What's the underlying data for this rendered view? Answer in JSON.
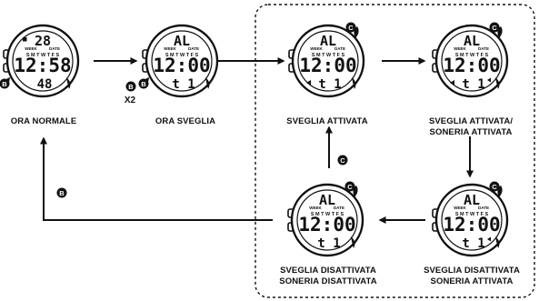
{
  "watches": [
    {
      "id": "ora-normale",
      "top_text": "28",
      "main_time": "12:58",
      "bottom_text": "48",
      "days": "S M T W T F S",
      "week_label": "WEEK",
      "date_label": "DATE",
      "alarm_icon": false,
      "sound_icon": false,
      "highlight_button": "B",
      "caption": [
        "ORA NORMALE"
      ]
    },
    {
      "id": "ora-sveglia",
      "top_text": "AL",
      "main_time": "12:00",
      "bottom_text": "t 1",
      "days": "S M T W T F S",
      "week_label": "WEEK",
      "date_label": "DATE",
      "alarm_icon": false,
      "sound_icon": false,
      "highlight_button": "B",
      "caption": [
        "ORA SVEGLIA"
      ]
    },
    {
      "id": "sveglia-attivata",
      "top_text": "AL",
      "main_time": "12:00",
      "bottom_text": "t 1",
      "days": "S M T W T F S",
      "week_label": "WEEK",
      "date_label": "DATE",
      "alarm_icon": true,
      "sound_icon": false,
      "highlight_button": "C",
      "caption": [
        "SVEGLIA ATTIVATA"
      ]
    },
    {
      "id": "sveglia-soneria-attivata",
      "top_text": "AL",
      "main_time": "12:00",
      "bottom_text": "t 1",
      "days": "S M T W T F S",
      "week_label": "WEEK",
      "date_label": "DATE",
      "alarm_icon": true,
      "sound_icon": true,
      "highlight_button": "C",
      "caption": [
        "SVEGLIA ATTIVATA/",
        "SONERIA ATTIVATA"
      ]
    },
    {
      "id": "sveglia-disattivata-soneria-attivata",
      "top_text": "AL",
      "main_time": "12:00",
      "bottom_text": "t 1",
      "days": "S M T W T F S",
      "week_label": "WEEK",
      "date_label": "DATE",
      "alarm_icon": false,
      "sound_icon": true,
      "highlight_button": "C",
      "caption": [
        "SVEGLIA DISATTIVATA",
        "SONERIA ATTIVATA"
      ]
    },
    {
      "id": "sveglia-soneria-disattivata",
      "top_text": "AL",
      "main_time": "12:00",
      "bottom_text": "t 1",
      "days": "S M T W T F S",
      "week_label": "WEEK",
      "date_label": "DATE",
      "alarm_icon": false,
      "sound_icon": false,
      "highlight_button": "C",
      "caption": [
        "SVEGLIA DISATTIVATA",
        "SONERIA DISATTIVATA"
      ]
    }
  ],
  "transitions": [
    {
      "from": "ora-normale",
      "to": "ora-sveglia",
      "button": "B",
      "note": "X2"
    },
    {
      "from": "ora-sveglia",
      "to": "sveglia-attivata",
      "button": "",
      "note": ""
    },
    {
      "from": "sveglia-attivata",
      "to": "sveglia-soneria-attivata",
      "button": "",
      "note": ""
    },
    {
      "from": "sveglia-soneria-attivata",
      "to": "sveglia-disattivata-soneria-attivata",
      "button": "",
      "note": ""
    },
    {
      "from": "sveglia-disattivata-soneria-attivata",
      "to": "sveglia-soneria-disattivata",
      "button": "",
      "note": ""
    },
    {
      "from": "sveglia-soneria-disattivata",
      "to": "sveglia-attivata",
      "button": "C",
      "note": ""
    },
    {
      "from": "sveglia-soneria-disattivata",
      "to": "ora-normale",
      "button": "B",
      "note": ""
    }
  ],
  "colors": {
    "ink": "#111111",
    "background": "#ffffff"
  }
}
